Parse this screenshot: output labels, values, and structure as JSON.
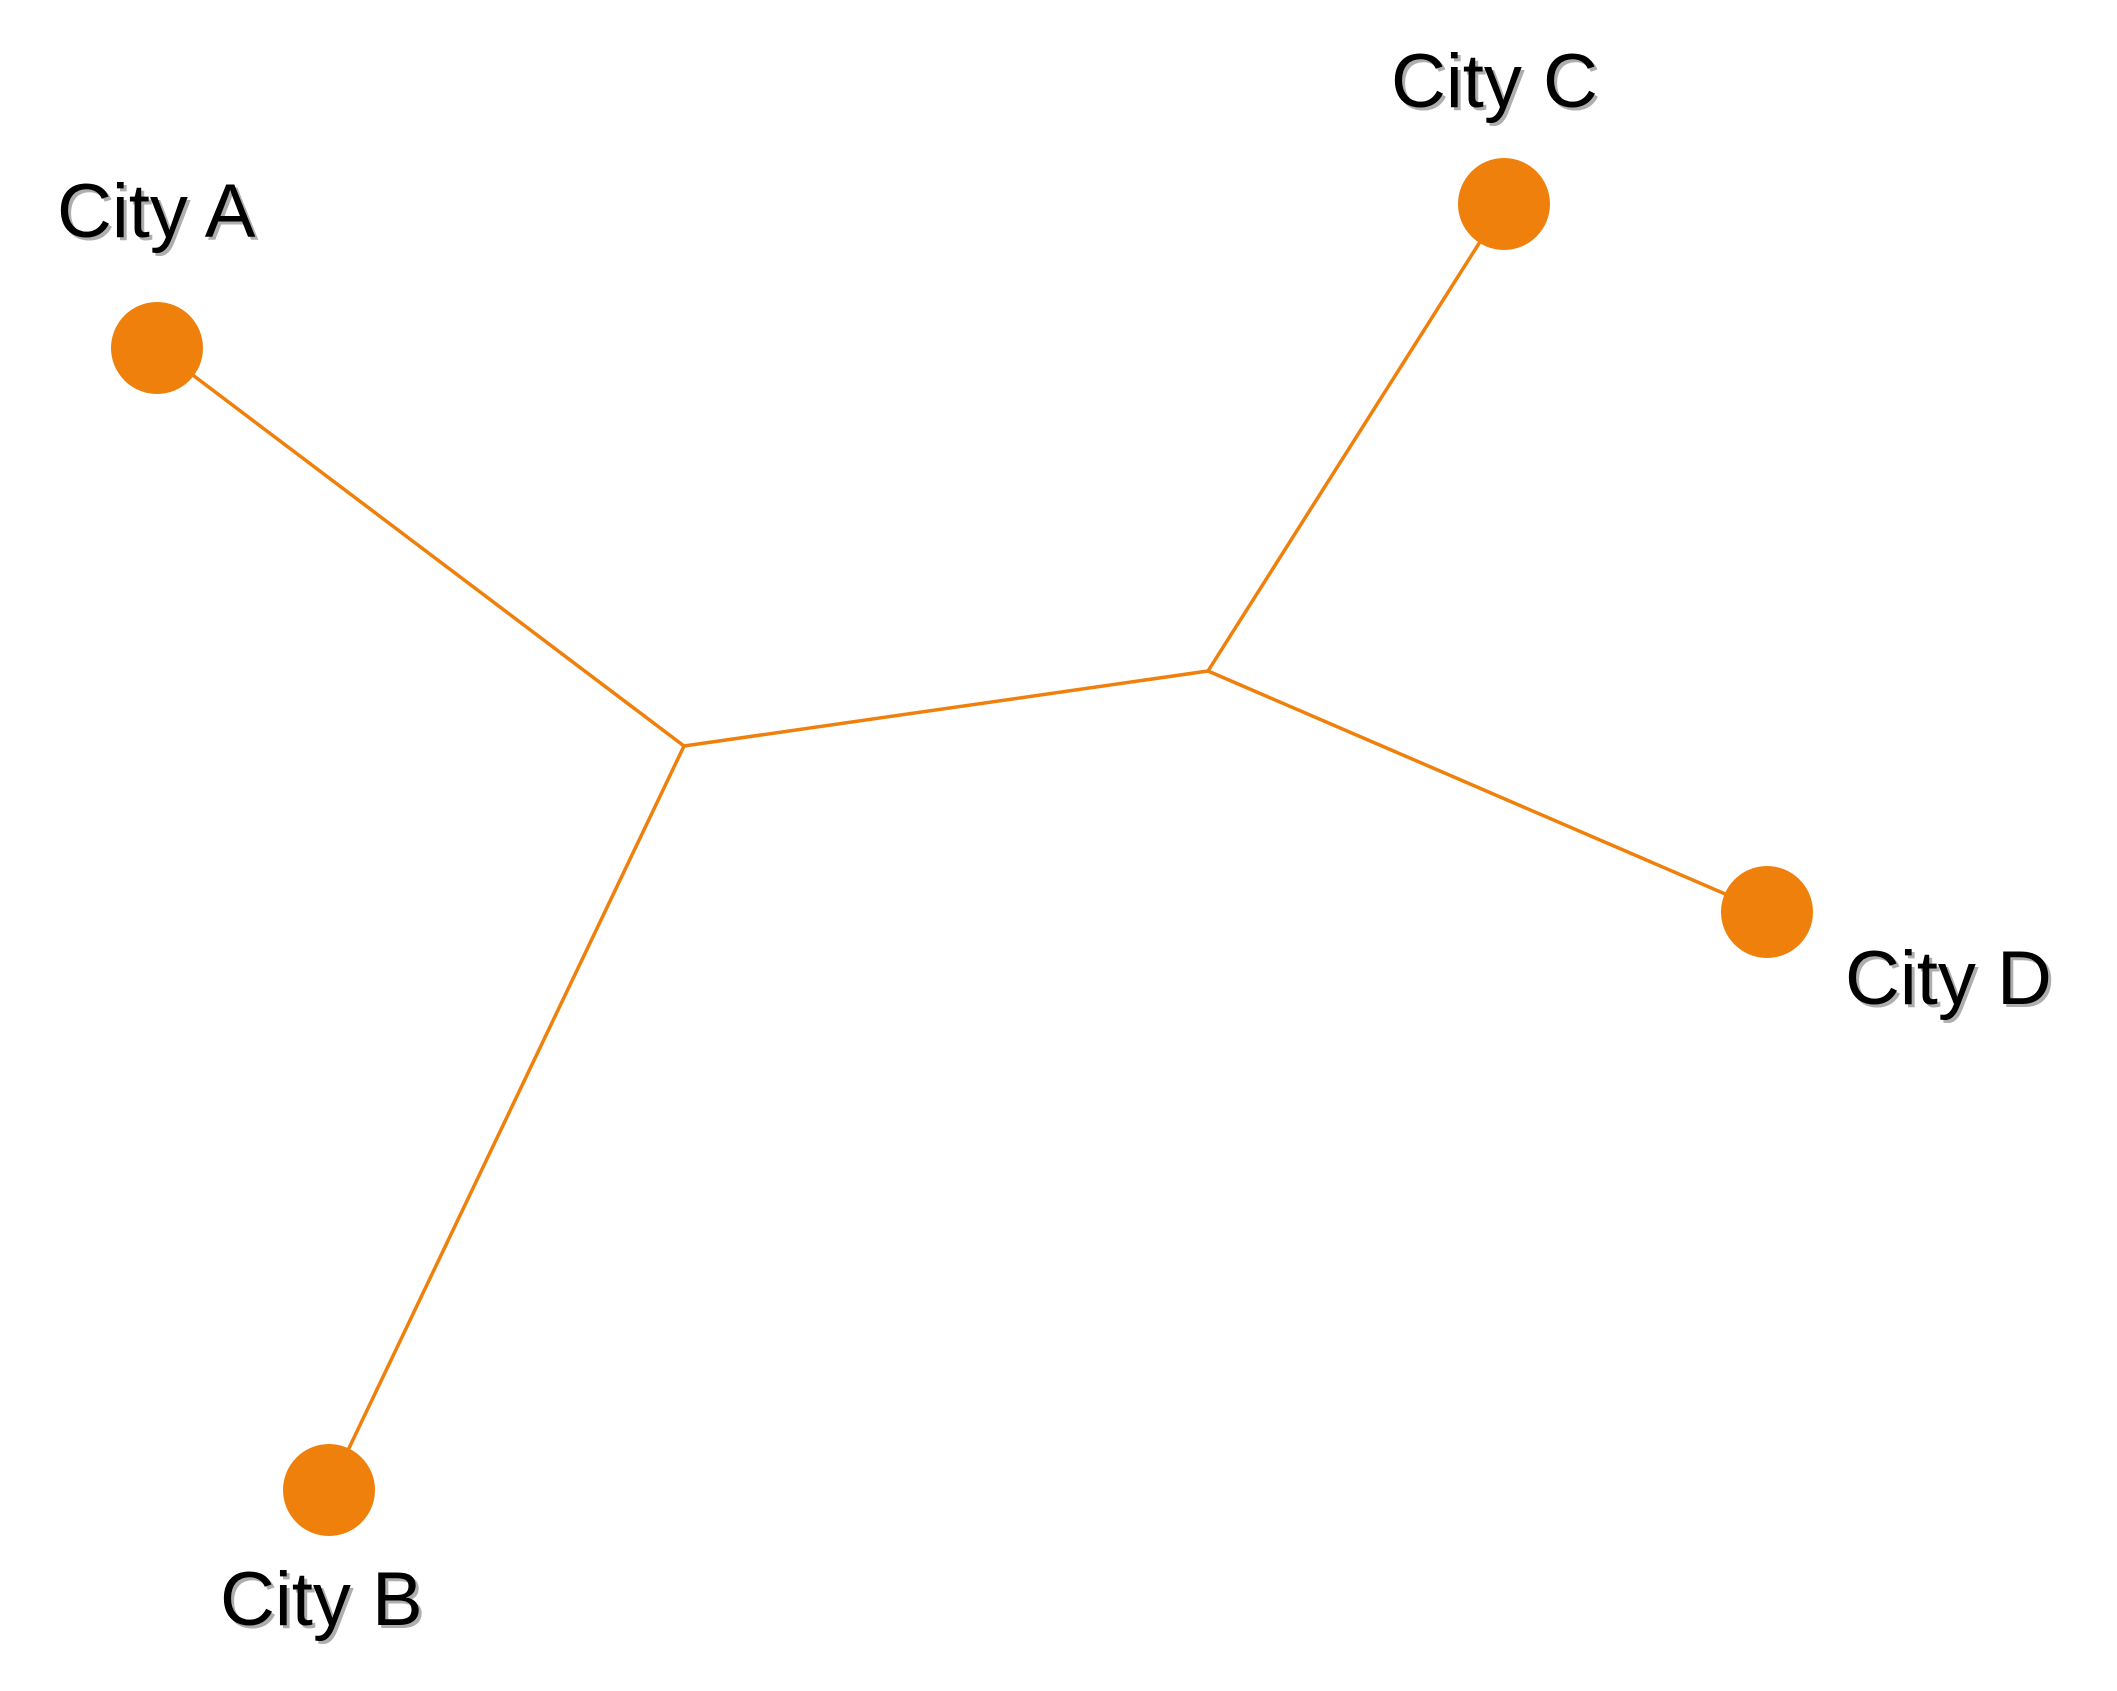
{
  "colors": {
    "network": "#F0800C",
    "label": "#000000",
    "background": "#FFFFFF"
  },
  "cities": [
    {
      "id": "a",
      "label": "City A"
    },
    {
      "id": "b",
      "label": "City B"
    },
    {
      "id": "c",
      "label": "City C"
    },
    {
      "id": "d",
      "label": "City D"
    }
  ],
  "edges": [
    {
      "from": "a",
      "to": "junction-1"
    },
    {
      "from": "b",
      "to": "junction-1"
    },
    {
      "from": "junction-1",
      "to": "junction-2"
    },
    {
      "from": "c",
      "to": "junction-2"
    },
    {
      "from": "d",
      "to": "junction-2"
    }
  ]
}
